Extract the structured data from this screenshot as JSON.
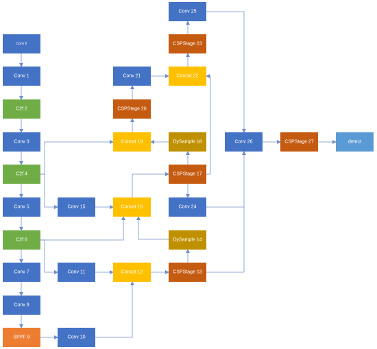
{
  "colors": {
    "conv": "#4472c4",
    "c2f": "#70ad47",
    "sppf": "#ed7d31",
    "concat": "#ffc000",
    "cspstage": "#c55a11",
    "dysample": "#bf9000",
    "detect": "#5b9bd5",
    "edge": "#6f8fc9"
  },
  "nodes": {
    "conv0": {
      "label": "Conv 0",
      "kind": "conv"
    },
    "conv1": {
      "label": "Conv 1",
      "kind": "conv"
    },
    "c2f2": {
      "label": "C2f 2",
      "kind": "c2f"
    },
    "conv3": {
      "label": "Conv 3",
      "kind": "conv"
    },
    "c2f4": {
      "label": "C2f 4",
      "kind": "c2f"
    },
    "conv5": {
      "label": "Conv 5",
      "kind": "conv"
    },
    "c2f6": {
      "label": "C2f 6",
      "kind": "c2f"
    },
    "conv7": {
      "label": "Conv 7",
      "kind": "conv"
    },
    "conv8": {
      "label": "Conv 8",
      "kind": "conv"
    },
    "sppf9": {
      "label": "SPPF 9",
      "kind": "sppf"
    },
    "conv10": {
      "label": "Conv 10",
      "kind": "conv"
    },
    "conv11": {
      "label": "Conv 11",
      "kind": "conv"
    },
    "concat12": {
      "label": "Concat 12",
      "kind": "concat"
    },
    "csp13": {
      "label": "CSPStage 13",
      "kind": "cspstage"
    },
    "dys14": {
      "label": "DySample 14",
      "kind": "dysample"
    },
    "conv15": {
      "label": "Conv 15",
      "kind": "conv"
    },
    "concat16": {
      "label": "Concat 16",
      "kind": "concat"
    },
    "csp17": {
      "label": "CSPStage 17",
      "kind": "cspstage"
    },
    "dys18": {
      "label": "DySample 18",
      "kind": "dysample"
    },
    "concat19": {
      "label": "Concat 19",
      "kind": "concat"
    },
    "csp20": {
      "label": "CSPStage 20",
      "kind": "cspstage"
    },
    "conv21": {
      "label": "Conv 21",
      "kind": "conv"
    },
    "concat22": {
      "label": "Concat 22",
      "kind": "concat"
    },
    "csp23": {
      "label": "CSPStage 23",
      "kind": "cspstage"
    },
    "conv24": {
      "label": "Conv 24",
      "kind": "conv"
    },
    "conv25": {
      "label": "Conv 25",
      "kind": "conv"
    },
    "conv26": {
      "label": "Conv 26",
      "kind": "conv"
    },
    "csp27": {
      "label": "CSPStage 27",
      "kind": "cspstage"
    },
    "detect": {
      "label": "detect",
      "kind": "detect"
    }
  }
}
